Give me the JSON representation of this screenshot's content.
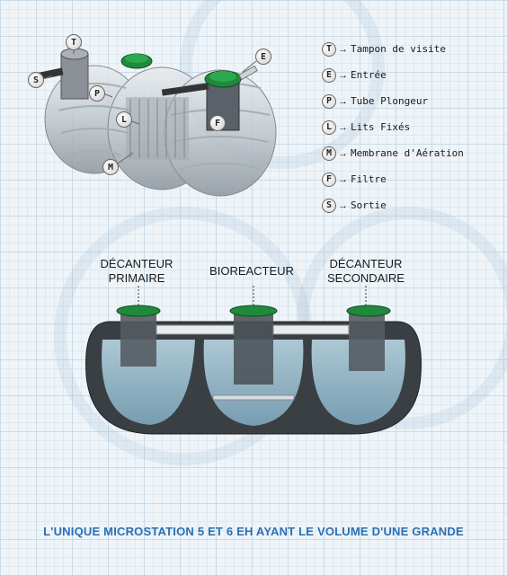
{
  "legend": [
    {
      "letter": "T",
      "label": "Tampon de visite"
    },
    {
      "letter": "E",
      "label": "Entrée"
    },
    {
      "letter": "P",
      "label": "Tube Plongeur"
    },
    {
      "letter": "L",
      "label": "Lits Fixés"
    },
    {
      "letter": "M",
      "label": "Membrane d'Aération"
    },
    {
      "letter": "F",
      "label": "Filtre"
    },
    {
      "letter": "S",
      "label": "Sortie"
    }
  ],
  "arrow_glyph": "→",
  "tags": {
    "t": "T",
    "e": "E",
    "s": "S",
    "p": "P",
    "l": "L",
    "f": "F",
    "m": "M"
  },
  "sections": {
    "primary_line1": "DÉCANTEUR",
    "primary_line2": "PRIMAIRE",
    "bio": "BIOREACTEUR",
    "secondary_line1": "DÉCANTEUR",
    "secondary_line2": "SECONDAIRE"
  },
  "footer": "L'UNIQUE MICROSTATION 5 ET 6 EH AYANT LE VOLUME D'UNE GRANDE",
  "colors": {
    "footer": "#2b6fb3",
    "cap_green": "#1f8a3c",
    "tank_dark": "#3a3f44",
    "water": "#9fc3d6"
  }
}
